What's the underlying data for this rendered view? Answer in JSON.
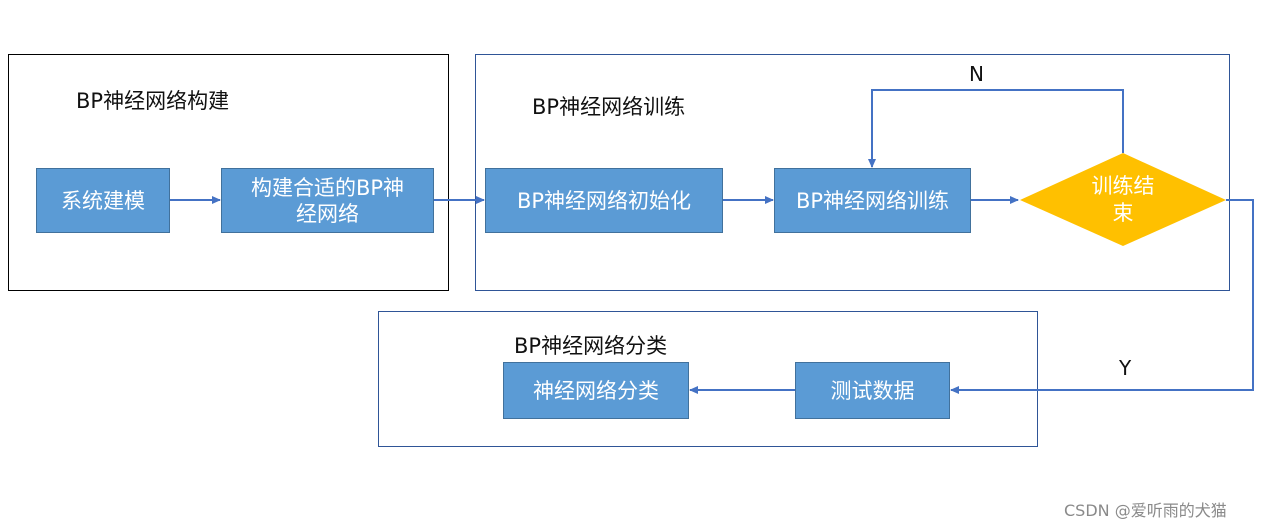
{
  "groups": {
    "build": {
      "title": "BP神经网络构建"
    },
    "train": {
      "title": "BP神经网络训练"
    },
    "classify": {
      "title": "BP神经网络分类"
    }
  },
  "steps": {
    "system_modeling": "系统建模",
    "build_network_line1": "构建合适的BP神",
    "build_network_line2": "经网络",
    "init_network": "BP神经网络初始化",
    "train_network": "BP神经网络训练",
    "test_data": "测试数据",
    "classify_network": "神经网络分类"
  },
  "decision": {
    "line1": "训练结",
    "line2": "束"
  },
  "edge_labels": {
    "no": "N",
    "yes": "Y"
  },
  "watermark": "CSDN @爱听雨的犬猫",
  "colors": {
    "box_fill": "#5b9bd5",
    "box_border": "#41719c",
    "decision_fill": "#ffc000",
    "arrow": "#4472c4",
    "frame_dark": "#000000",
    "frame_blue": "#2f5597"
  }
}
